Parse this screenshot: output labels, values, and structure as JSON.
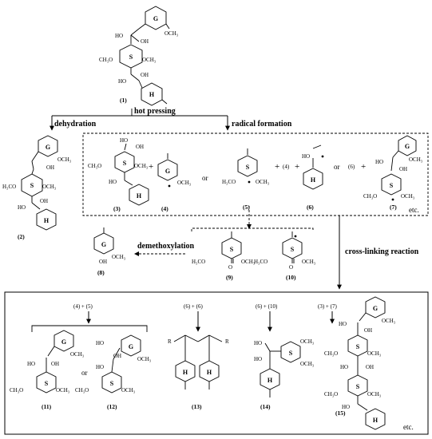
{
  "steps": {
    "hot_pressing": "hot pressing",
    "dehydration": "dehydration",
    "radical_formation": "radical formation",
    "demethoxylation": "demethoxylation",
    "cross_linking": "cross-linking reaction"
  },
  "compounds": {
    "c1": "(1)",
    "c2": "(2)",
    "c3": "(3)",
    "c4": "(4)",
    "c5": "(5)",
    "c6": "(6)",
    "c7": "(7)",
    "c8": "(8)",
    "c9": "(9)",
    "c10": "(10)",
    "c11": "(11)",
    "c12": "(12)",
    "c13": "(13)",
    "c14": "(14)",
    "c15": "(15)"
  },
  "combos": {
    "r45": "(4) + (5)",
    "r66": "(6) + (6)",
    "r610": "(6) + (10)",
    "r37": "(3) + (7)"
  },
  "words": {
    "or": "or",
    "etc": "etc.",
    "plus": "+"
  },
  "inline_refs": {
    "r4": "(4)",
    "r6": "(6)"
  },
  "rings": {
    "G": "G",
    "S": "S",
    "H": "H"
  },
  "groups": {
    "OCH3": "OCH₃",
    "H3CO": "H₃CO",
    "CH3O": "CH₃O",
    "HO": "HO",
    "OH": "OH",
    "R": "R"
  }
}
